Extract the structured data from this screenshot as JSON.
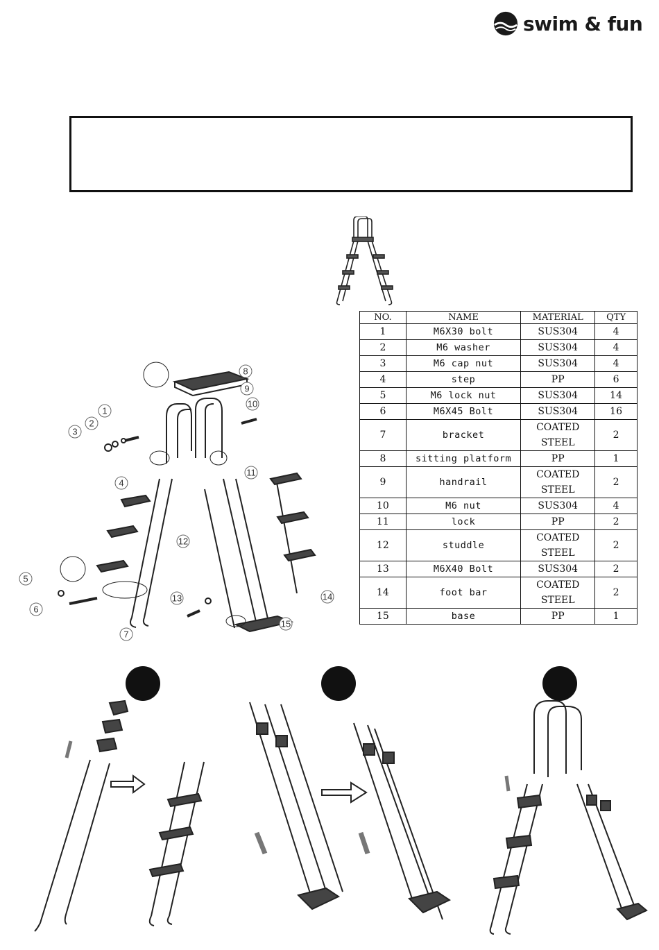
{
  "brand": {
    "name": "swim & fun",
    "color": "#1a1a1a"
  },
  "parts_table": {
    "headers": [
      "NO.",
      "NAME",
      "MATERIAL",
      "QTY"
    ],
    "rows": [
      [
        "1",
        "M6X30 bolt",
        "SUS304",
        "4"
      ],
      [
        "2",
        "M6 washer",
        "SUS304",
        "4"
      ],
      [
        "3",
        "M6 cap nut",
        "SUS304",
        "4"
      ],
      [
        "4",
        "step",
        "PP",
        "6"
      ],
      [
        "5",
        "M6 lock nut",
        "SUS304",
        "14"
      ],
      [
        "6",
        "M6X45 Bolt",
        "SUS304",
        "16"
      ],
      [
        "7",
        "bracket",
        "COATED STEEL",
        "2"
      ],
      [
        "8",
        "sitting platform",
        "PP",
        "1"
      ],
      [
        "9",
        "handrail",
        "COATED STEEL",
        "2"
      ],
      [
        "10",
        "M6 nut",
        "SUS304",
        "4"
      ],
      [
        "11",
        "lock",
        "PP",
        "2"
      ],
      [
        "12",
        "studdle",
        "COATED STEEL",
        "2"
      ],
      [
        "13",
        "M6X40 Bolt",
        "SUS304",
        "2"
      ],
      [
        "14",
        "foot bar",
        "COATED STEEL",
        "2"
      ],
      [
        "15",
        "base",
        "PP",
        "1"
      ]
    ]
  },
  "callouts": [
    "1",
    "2",
    "3",
    "4",
    "5",
    "6",
    "7",
    "8",
    "9",
    "10",
    "11",
    "12",
    "13",
    "14",
    "15"
  ],
  "icons": {
    "logo": "swim-fun-logo-icon",
    "arrow": "right-arrow-icon",
    "down": "down-arrow-icon"
  }
}
